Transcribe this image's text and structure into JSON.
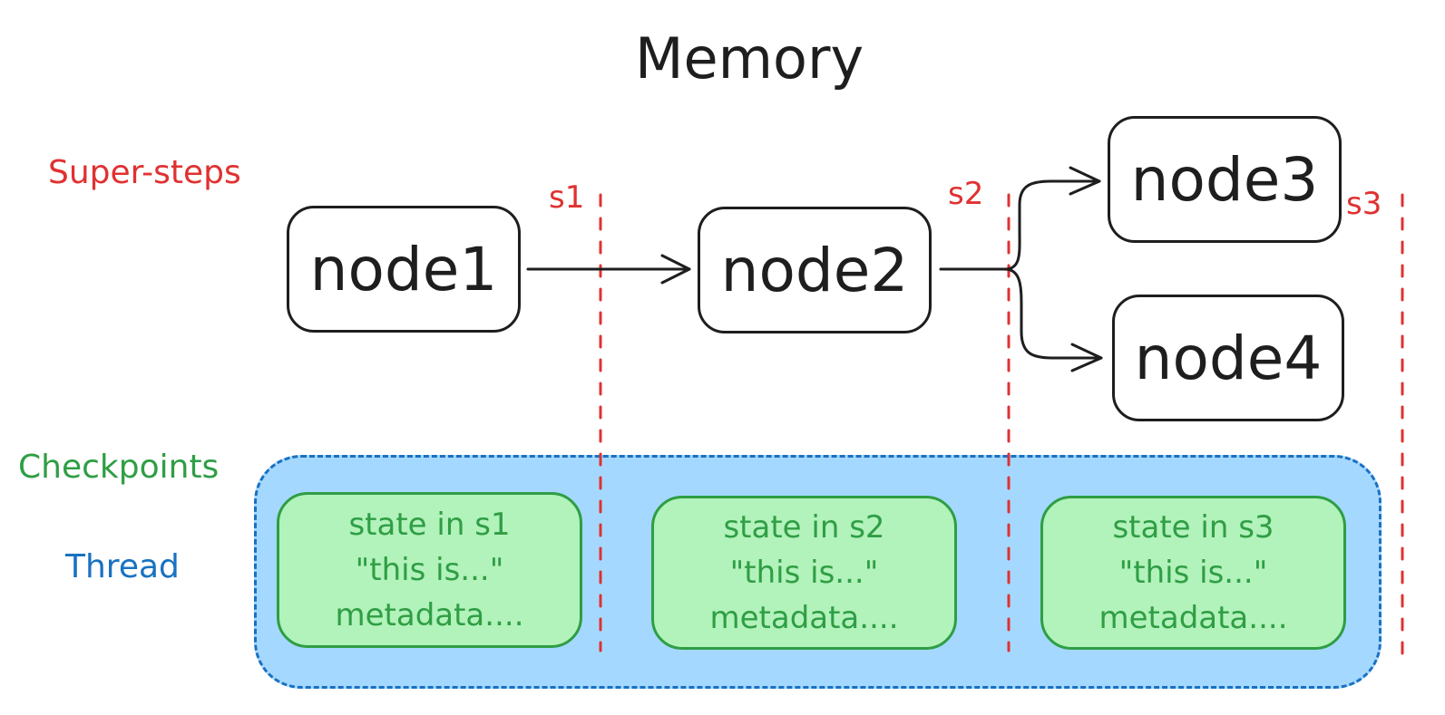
{
  "title": "Memory",
  "labels": {
    "super_steps": "Super-steps",
    "checkpoints": "Checkpoints",
    "thread": "Thread"
  },
  "steps": [
    "s1",
    "s2",
    "s3"
  ],
  "nodes": [
    "node1",
    "node2",
    "node3",
    "node4"
  ],
  "checkpoints": [
    {
      "line1": "state in s1",
      "line2": "\"this is...\"",
      "line3": "metadata...."
    },
    {
      "line1": "state in s2",
      "line2": "\"this is...\"",
      "line3": "metadata...."
    },
    {
      "line1": "state in s3",
      "line2": "\"this is...\"",
      "line3": "metadata...."
    }
  ],
  "colors": {
    "ink": "#1e1e1e",
    "step_red": "#e03131",
    "checkpoint_green": "#2f9e44",
    "checkpoint_fill": "#b2f2bb",
    "thread_blue": "#1971c2",
    "thread_fill": "#a5d8ff"
  }
}
